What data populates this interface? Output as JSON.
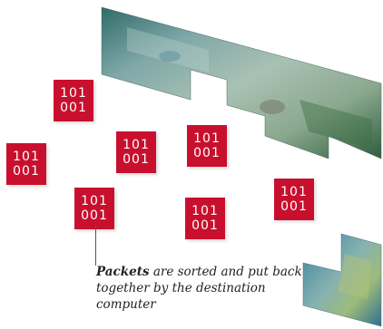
{
  "packets": [
    {
      "line1": "101",
      "line2": "001"
    },
    {
      "line1": "101",
      "line2": "001"
    },
    {
      "line1": "101",
      "line2": "001"
    },
    {
      "line1": "101",
      "line2": "001"
    },
    {
      "line1": "101",
      "line2": "001"
    },
    {
      "line1": "101",
      "line2": "001"
    },
    {
      "line1": "101",
      "line2": "001"
    }
  ],
  "caption": {
    "emphasis": "Packets",
    "text": " are sorted and put back together by the destination computer"
  }
}
